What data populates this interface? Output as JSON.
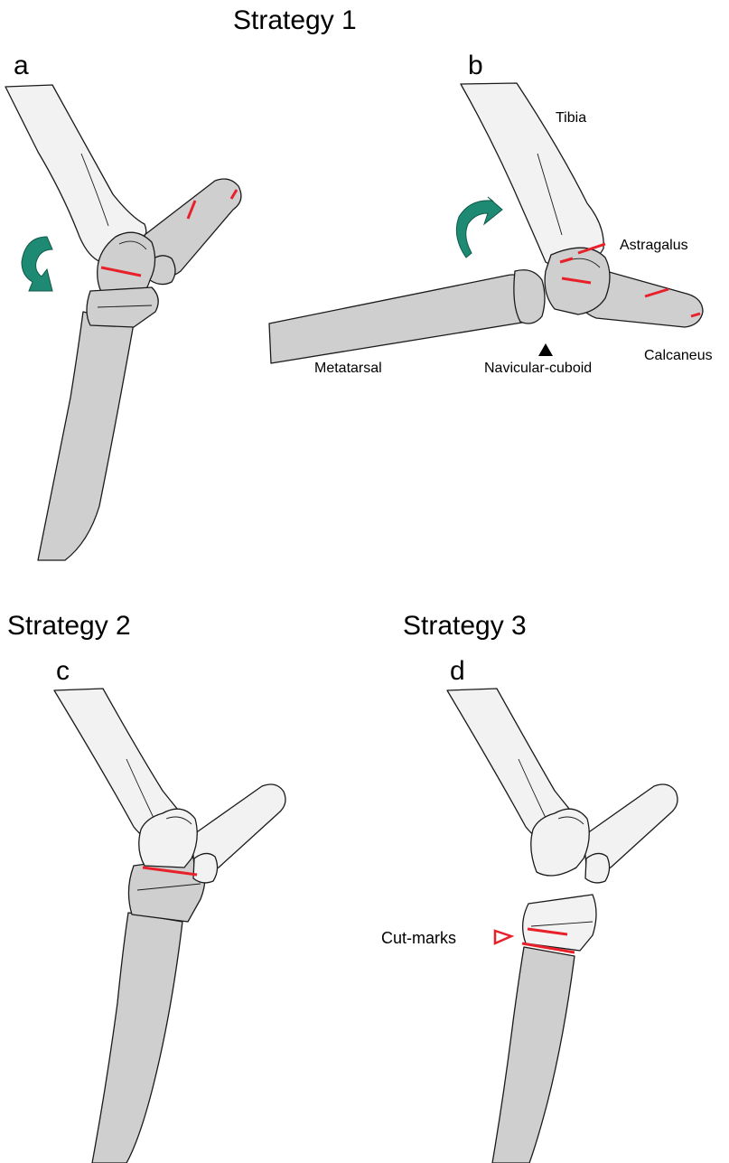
{
  "headings": {
    "strategy1": "Strategy 1",
    "strategy2": "Strategy 2",
    "strategy3": "Strategy 3"
  },
  "panels": {
    "a": "a",
    "b": "b",
    "c": "c",
    "d": "d"
  },
  "labels": {
    "tibia": "Tibia",
    "astragalus": "Astragalus",
    "calcaneus": "Calcaneus",
    "metatarsal": "Metatarsal",
    "navicular_cuboid": "Navicular-cuboid",
    "cut_marks": "Cut-marks"
  },
  "colors": {
    "cut_mark": "#e8202a",
    "removed_bone": "#cfcfcf",
    "retained_bone": "#f2f2f2",
    "rotation_arrow": "#1e8a73"
  },
  "icons": {
    "rotation": "curved-arrow-icon",
    "pointer": "solid-triangle-icon",
    "cutmark_pointer": "outline-triangle-icon"
  }
}
